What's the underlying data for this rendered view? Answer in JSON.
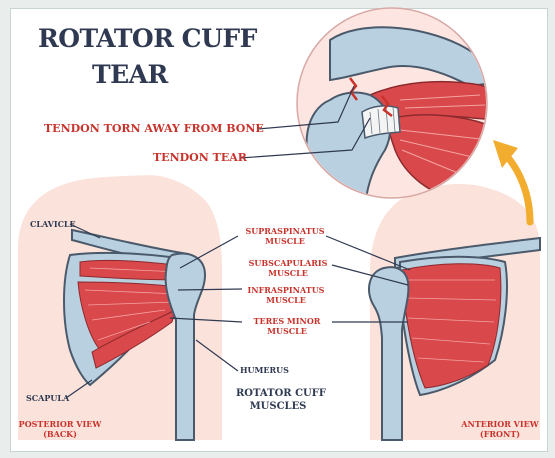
{
  "title": {
    "line1": "ROTATOR CUFF",
    "line2": "TEAR"
  },
  "callouts": {
    "tendon_torn": "TENDON TORN AWAY FROM BONE",
    "tendon_tear": "TENDON TEAR"
  },
  "muscles": {
    "supraspinatus": [
      "SUPRASPINATUS",
      "MUSCLE"
    ],
    "subscapularis": [
      "SUBSCAPULARIS",
      "MUSCLE"
    ],
    "infraspinatus": [
      "INFRASPINATUS",
      "MUSCLE"
    ],
    "teres_minor": [
      "TERES MINOR",
      "MUSCLE"
    ]
  },
  "bones": {
    "clavicle": "CLAVICLE",
    "scapula": "SCAPULA",
    "humerus": "HUMERUS"
  },
  "group_label": [
    "ROTATOR CUFF",
    "MUSCLES"
  ],
  "views": {
    "posterior": [
      "POSTERIOR VIEW",
      "(BACK)"
    ],
    "anterior": [
      "ANTERIOR VIEW",
      "(FRONT)"
    ]
  },
  "colors": {
    "muscle": "#d9484a",
    "muscle_dark": "#b8333a",
    "bone": "#b9d0e0",
    "bone_outline": "#4a5a6b",
    "skin": "#fbe3dc",
    "zoom_bg": "#fde6e2",
    "title": "#2f3a52",
    "callout_red": "#c8332c",
    "arrow": "#f2ad2e"
  }
}
